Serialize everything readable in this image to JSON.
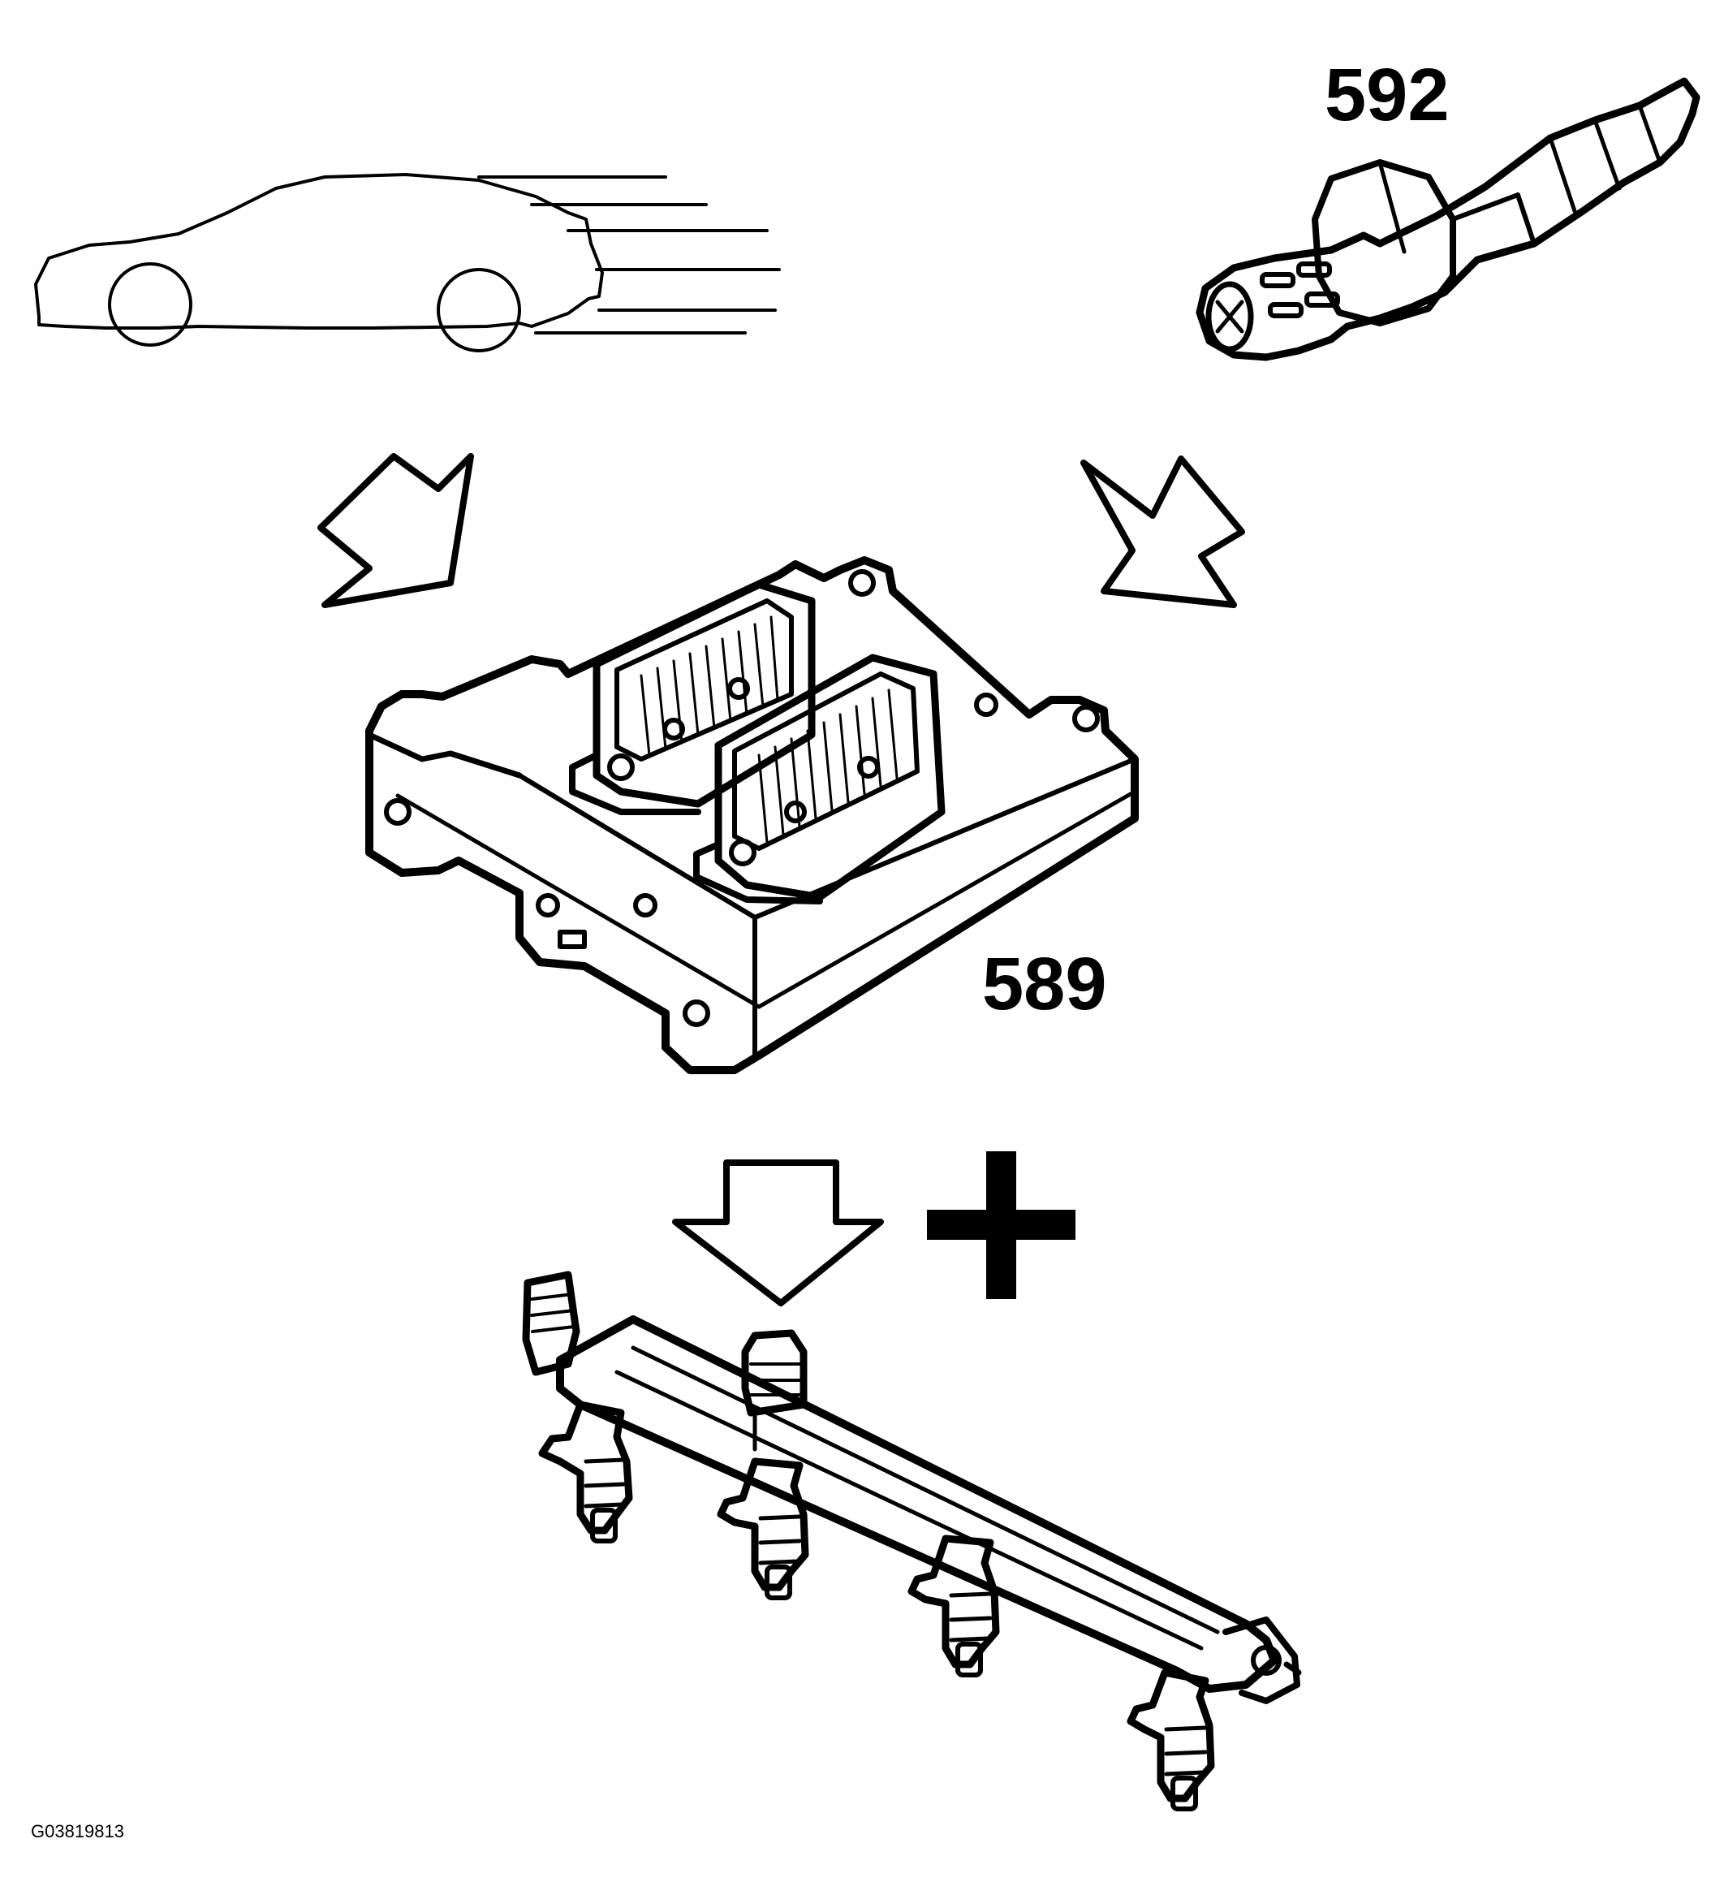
{
  "labels": {
    "sensor": "592",
    "control_module": "589",
    "figure_id": "G03819813"
  },
  "symbols": {
    "car": "car-speed-icon",
    "sensor": "oxygen-sensor-icon",
    "module": "engine-control-module-icon",
    "injectors": "fuel-rail-injectors-icon",
    "plus": "plus-icon",
    "arrow": "hollow-arrow-icon"
  },
  "colors": {
    "ink": "#000000",
    "paper": "#ffffff"
  }
}
